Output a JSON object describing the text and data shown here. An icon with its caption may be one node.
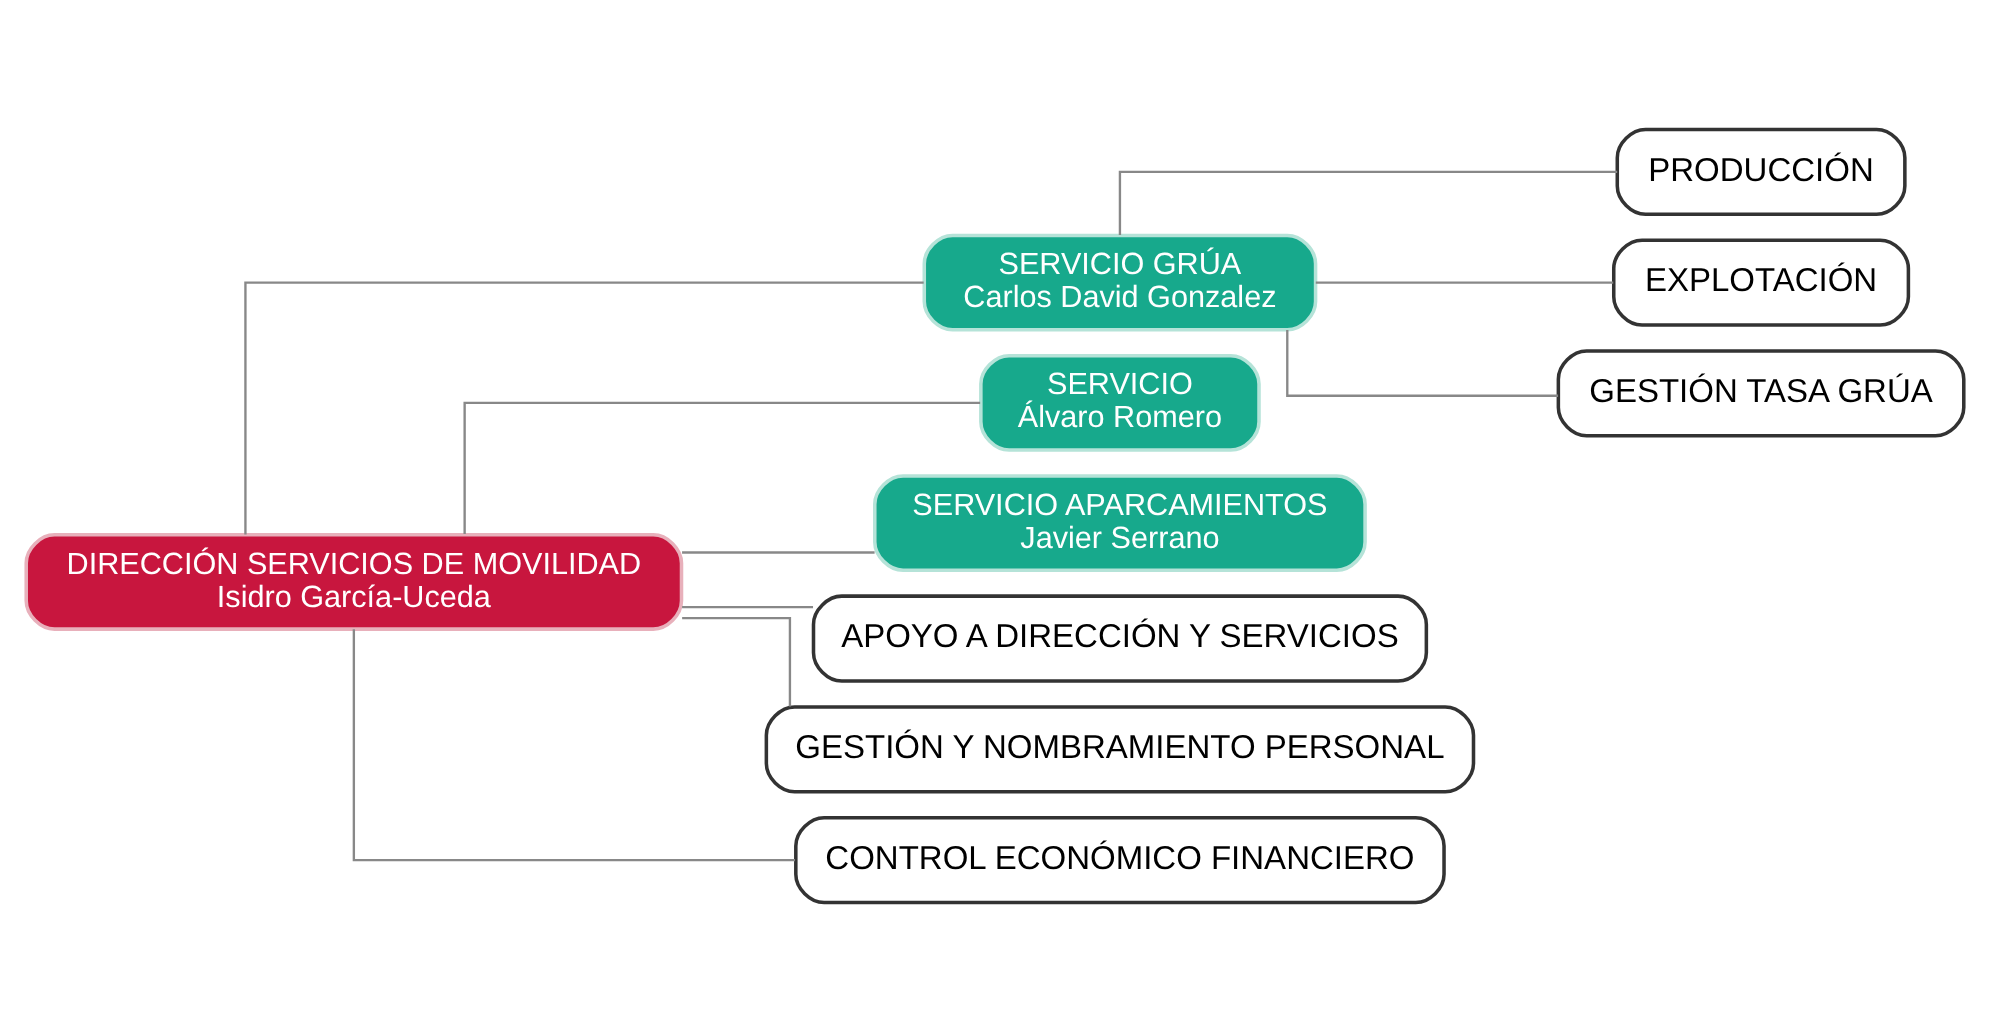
{
  "diagram": {
    "nodes": [
      {
        "text": [
          "DIRECCIÓN SERVICIOS DE MOVILIDAD",
          "Isidro García-Uceda"
        ]
      },
      {
        "text": [
          "SERVICIO GRÚA",
          "Carlos David Gonzalez"
        ]
      },
      {
        "text": [
          "PRODUCCIÓN"
        ]
      },
      {
        "text": [
          "EXPLOTACIÓN"
        ]
      },
      {
        "text": [
          "GESTIÓN TASA GRÚA"
        ]
      },
      {
        "text": [
          "SERVICIO",
          "Álvaro Romero"
        ]
      },
      {
        "text": [
          "SERVICIO APARCAMIENTOS",
          "Javier Serrano"
        ]
      },
      {
        "text": [
          "APOYO A DIRECCIÓN Y SERVICIOS"
        ]
      },
      {
        "text": [
          "GESTIÓN Y NOMBRAMIENTO PERSONAL"
        ]
      },
      {
        "text": [
          "CONTROL ECONÓMICO FINANCIERO"
        ]
      }
    ],
    "edges": [
      {
        "from": 0,
        "to": 1,
        "arrow": "none"
      },
      {
        "from": 0,
        "to": 5,
        "arrow": "none"
      },
      {
        "from": 0,
        "to": 6,
        "arrow": "none"
      },
      {
        "from": 0,
        "to": 7,
        "arrow": "none"
      },
      {
        "from": 0,
        "to": 8,
        "arrow": "none"
      },
      {
        "from": 0,
        "to": 9,
        "arrow": "none"
      },
      {
        "from": 1,
        "to": 2,
        "arrow": "none"
      },
      {
        "from": 1,
        "to": 3,
        "arrow": "none"
      },
      {
        "from": 1,
        "to": 4,
        "arrow": "none"
      }
    ]
  }
}
